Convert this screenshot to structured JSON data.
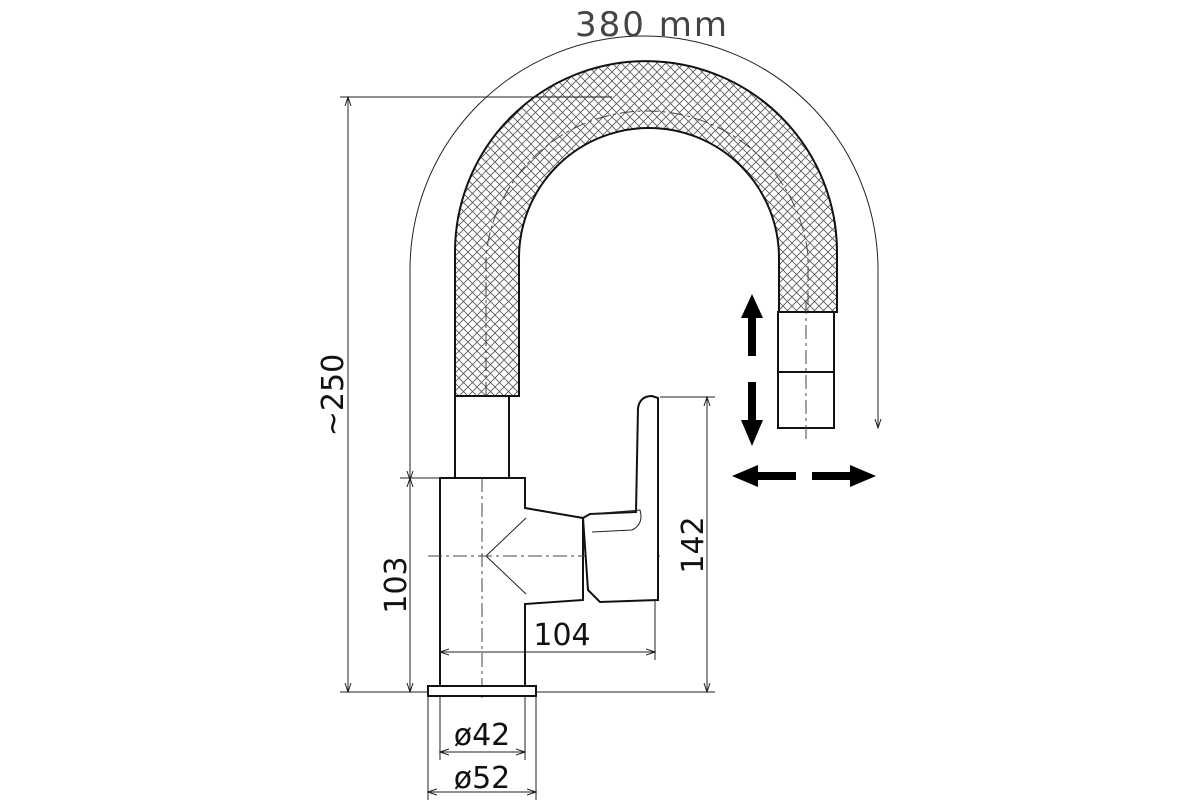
{
  "diagram": {
    "subject": "flexible-spout-faucet-technical-drawing",
    "dimensions": {
      "reach_arc": "380  mm",
      "total_height": "~250",
      "body_height": "103",
      "handle_height": "142",
      "handle_reach": "104",
      "body_diameter": "ø42",
      "base_diameter": "ø52"
    },
    "arrows": [
      "up",
      "down",
      "left",
      "right"
    ],
    "colors": {
      "line": "#111111",
      "dim_line": "#222222",
      "arrow": "#000000",
      "mesh": "#555555"
    }
  }
}
